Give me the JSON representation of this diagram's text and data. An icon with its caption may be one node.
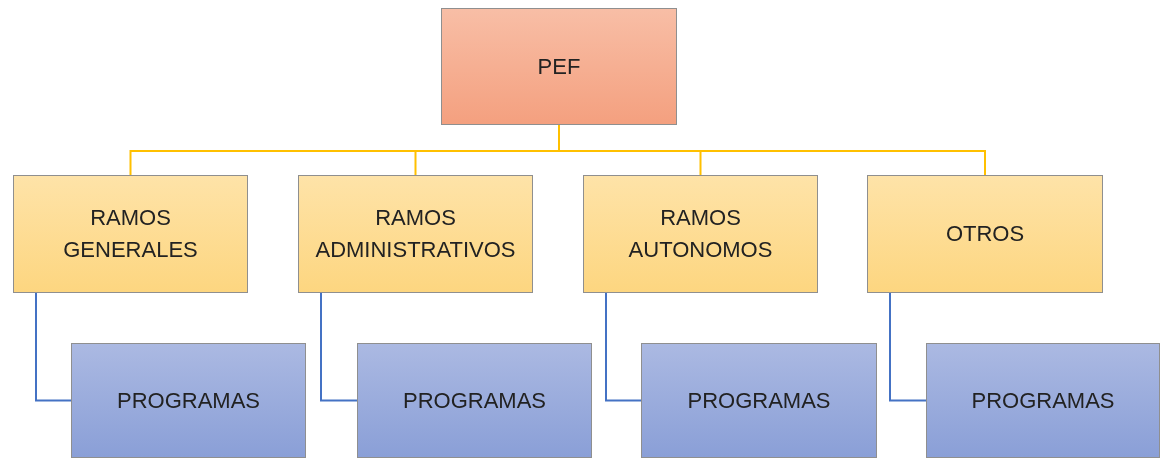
{
  "diagram": {
    "nodes": [
      {
        "text": [
          "PEF"
        ]
      },
      {
        "text": [
          "RAMOS GENERALES"
        ]
      },
      {
        "text": [
          "RAMOS ADMINISTRATIVOS"
        ]
      },
      {
        "text": [
          "RAMOS AUTONOMOS"
        ]
      },
      {
        "text": [
          "OTROS"
        ]
      },
      {
        "text": [
          "PROGRAMAS"
        ]
      },
      {
        "text": [
          "PROGRAMAS"
        ]
      },
      {
        "text": [
          "PROGRAMAS"
        ]
      },
      {
        "text": [
          "PROGRAMAS"
        ]
      }
    ],
    "edges": [
      {
        "from": 0,
        "to": 1,
        "arrow": "none",
        "color": "#ffc000"
      },
      {
        "from": 0,
        "to": 2,
        "arrow": "none",
        "color": "#ffc000"
      },
      {
        "from": 0,
        "to": 3,
        "arrow": "none",
        "color": "#ffc000"
      },
      {
        "from": 0,
        "to": 4,
        "arrow": "none",
        "color": "#ffc000"
      },
      {
        "from": 1,
        "to": 5,
        "arrow": "none",
        "color": "#4472c4"
      },
      {
        "from": 2,
        "to": 6,
        "arrow": "none",
        "color": "#4472c4"
      },
      {
        "from": 3,
        "to": 7,
        "arrow": "none",
        "color": "#4472c4"
      },
      {
        "from": 4,
        "to": 8,
        "arrow": "none",
        "color": "#4472c4"
      }
    ]
  }
}
